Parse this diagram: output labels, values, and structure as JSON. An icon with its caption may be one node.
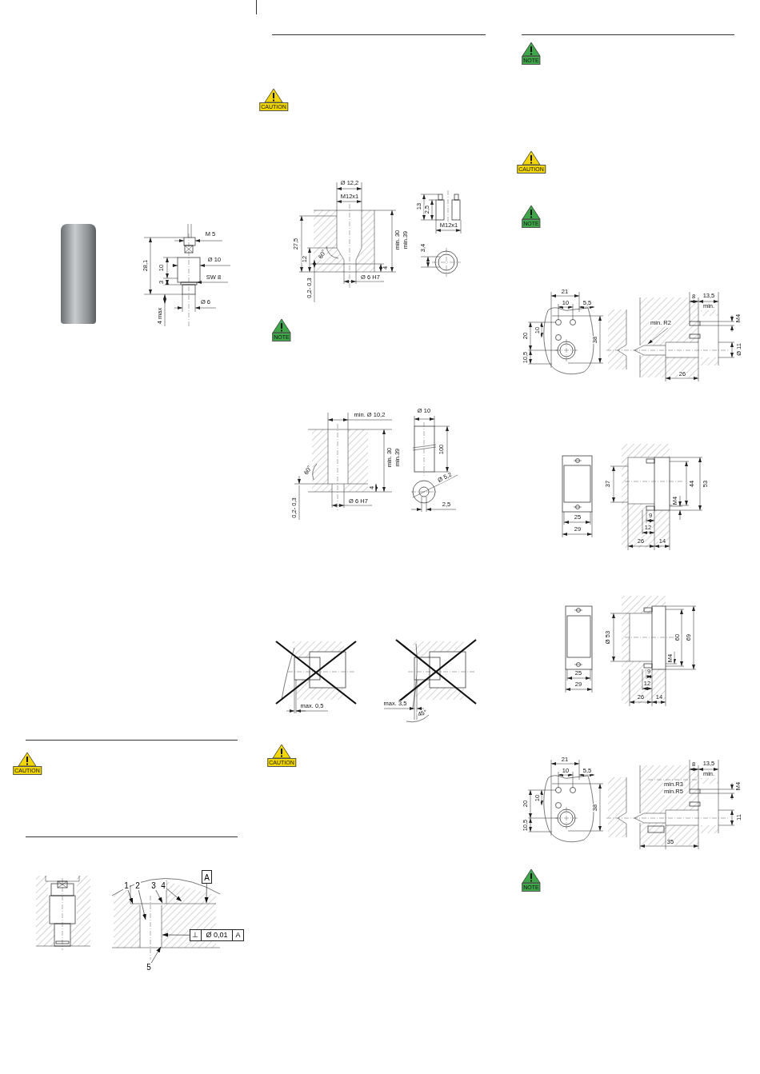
{
  "diagram": {
    "nodes": [
      {
        "text": [
          "1"
        ]
      },
      {
        "text": [
          "2"
        ]
      },
      {
        "text": [
          "3"
        ]
      },
      {
        "text": [
          "4"
        ]
      },
      {
        "text": [
          "5"
        ]
      },
      {
        "text": [
          "A"
        ]
      },
      {
        "text": [
          "⊥",
          "Ø 0,01",
          "A"
        ]
      }
    ],
    "edges": [
      {
        "from": 0,
        "to": null,
        "arrow": "to"
      },
      {
        "from": 1,
        "to": null,
        "arrow": "to"
      },
      {
        "from": 2,
        "to": null,
        "arrow": "to"
      },
      {
        "from": 3,
        "to": null,
        "arrow": "to"
      },
      {
        "from": 4,
        "to": null,
        "arrow": "to"
      },
      {
        "from": 5,
        "to": null,
        "arrow": "to"
      },
      {
        "from": 6,
        "to": null,
        "arrow": "to"
      }
    ],
    "labels": [
      "M 5",
      "28,1",
      "Ø 10",
      "10",
      "SW 8",
      "3",
      "Ø 6",
      "4 max",
      "CAUTION",
      "CAUTION",
      "Ø 12,2",
      "M12x1",
      "27,5",
      "12",
      "60°",
      "0,2- 0,3",
      "4",
      "Ø 6 H7",
      "min. 30",
      "min.39",
      "13",
      "2,5",
      "M12x1",
      "3,4",
      "NOTE",
      "min. Ø 10,2",
      "60°",
      "0,2- 0,3",
      "4",
      "Ø 6 H7",
      "min. 30",
      "min.39",
      "Ø 10",
      "100",
      "Ø 5,2",
      "2,5",
      "max. 0,5",
      "max. 3,5",
      "45°",
      "CAUTION",
      "NOTE",
      "CAUTION",
      "NOTE",
      "21",
      "10",
      "5,5",
      "10",
      "20",
      "10,5",
      "38",
      "8",
      "13,5",
      "min.",
      "M4",
      "min. R2",
      "Ø 11",
      "26",
      "37",
      "M4",
      "44",
      "53",
      "9",
      "12",
      "25",
      "29",
      "26",
      "14",
      "Ø 53",
      "M4",
      "60",
      "69",
      "9",
      "12",
      "25",
      "29",
      "26",
      "14",
      "21",
      "10",
      "5,5",
      "10",
      "20",
      "10,5",
      "38",
      "8",
      "13,5",
      "min.",
      "M4",
      "min.R3",
      "min.R5",
      "11",
      "35",
      "NOTE"
    ]
  }
}
